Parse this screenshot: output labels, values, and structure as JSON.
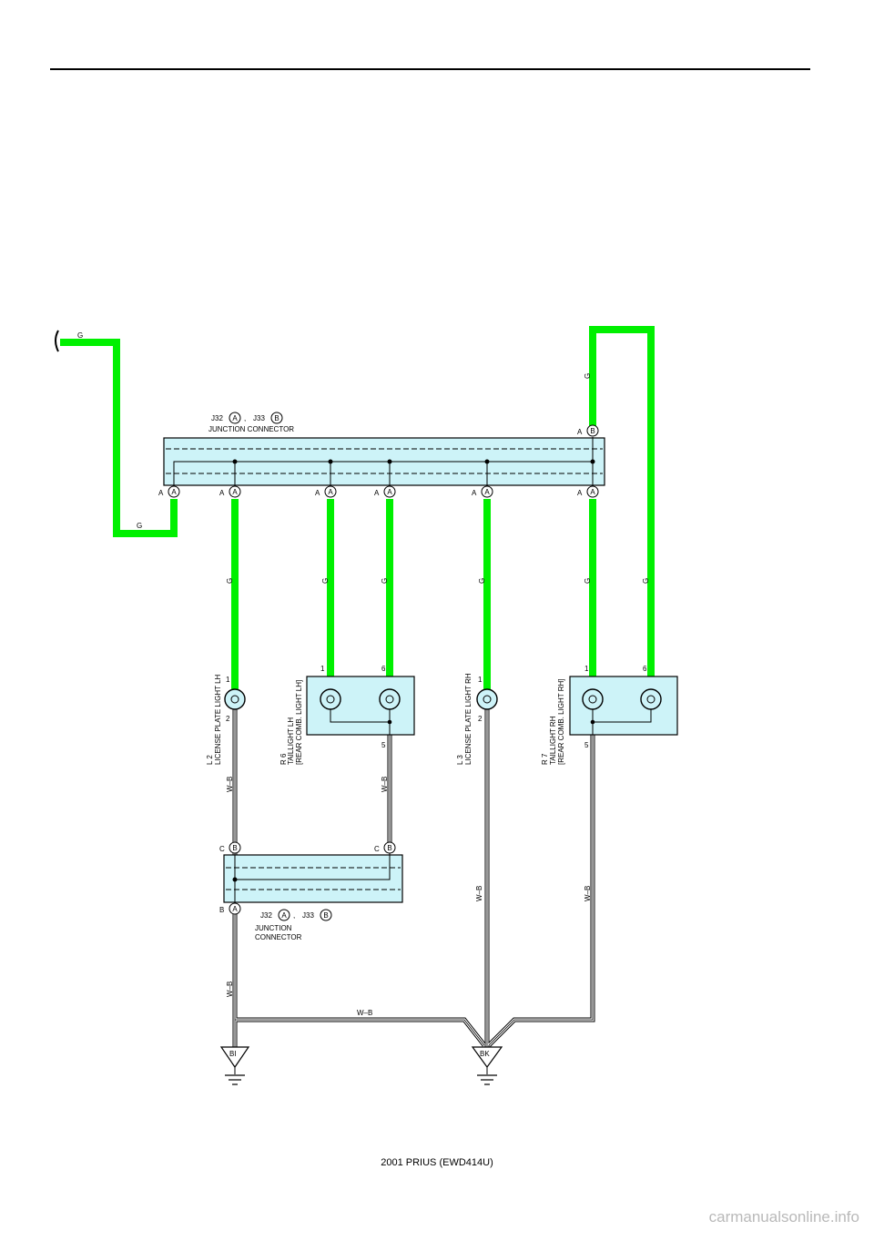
{
  "footer": "2001 PRIUS (EWD414U)",
  "watermark": "carmanualsonline.info",
  "colors": {
    "wire_green": "#00f000",
    "connector_fill": "#cdf3f8"
  },
  "wire_labels": {
    "G": "G",
    "WB": "W–B"
  },
  "junction_top": {
    "ref_a": "J32",
    "ref_b": "J33",
    "sep": ",",
    "name": "JUNCTION CONNECTOR",
    "letter_a": "A",
    "letter_b": "B"
  },
  "junction_bottom": {
    "ref_a": "J32",
    "ref_b": "J33",
    "sep": ",",
    "name_line1": "JUNCTION",
    "name_line2": "CONNECTOR",
    "letter_a": "A",
    "letter_b": "B"
  },
  "pin_letters": {
    "A": "A",
    "B": "B",
    "C": "C"
  },
  "components": {
    "l2": {
      "code": "L 2",
      "name": "LICENSE PLATE LIGHT LH",
      "pin_top": "1",
      "pin_bottom": "2"
    },
    "r6": {
      "code": "R 6",
      "name": "TAILLIGHT LH",
      "note": "[REAR COMB. LIGHT LH]",
      "pin_a": "1",
      "pin_b": "6",
      "pin_bottom": "5"
    },
    "l3": {
      "code": "L 3",
      "name": "LICENSE PLATE LIGHT RH",
      "pin_top": "1",
      "pin_bottom": "2"
    },
    "r7": {
      "code": "R 7",
      "name": "TAILLIGHT RH",
      "note": "[REAR COMB. LIGHT RH]",
      "pin_a": "1",
      "pin_b": "6",
      "pin_bottom": "5"
    }
  },
  "grounds": {
    "left": "BI",
    "right": "BK"
  }
}
